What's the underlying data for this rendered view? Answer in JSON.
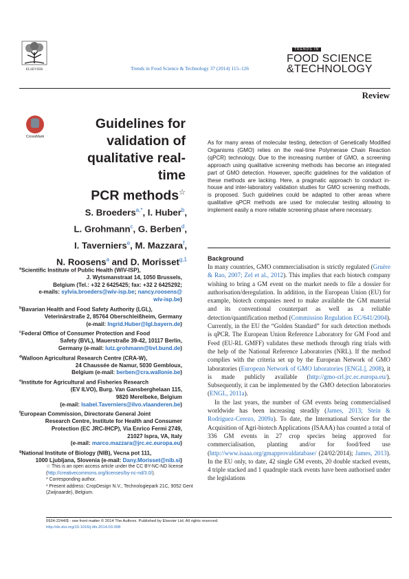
{
  "header": {
    "elsevier_label": "ELSEVIER",
    "journal_ref": "Trends in Food Science & Technology 37 (2014) 115–126",
    "brand_small": "TRENDS IN",
    "brand_line1": "FOOD SCIENCE",
    "brand_line2": "&TECHNOLOGY",
    "section": "Review",
    "crossmark_label": "CrossMark"
  },
  "title": {
    "line1": "Guidelines for",
    "line2": "validation of",
    "line3": "qualitative real-time",
    "line4": "PCR methods",
    "mark": "☆"
  },
  "authors": [
    {
      "name": "S. Broeders",
      "sup": "a,*",
      "sep": ", "
    },
    {
      "name": "I. Huber",
      "sup": "b",
      "sep": ","
    },
    {
      "name": "L. Grohmann",
      "sup": "c",
      "sep": ", "
    },
    {
      "name": "G. Berben",
      "sup": "d",
      "sep": ","
    },
    {
      "name": "I. Taverniers",
      "sup": "e",
      "sep": ", "
    },
    {
      "name": "M. Mazzara",
      "sup": "f",
      "sep": ","
    },
    {
      "name": "N. Roosens",
      "sup": "a",
      "sep": " and "
    },
    {
      "name": "D. Morisset",
      "sup": "g,1",
      "sep": ""
    }
  ],
  "affiliations": [
    {
      "id": "a",
      "lead": "Scientific Institute of Public Health (WIV-ISP),",
      "rest": [
        "J. Wytsmanstraat 14, 1050 Brussels,",
        "Belgium (Tel.: +32 2 6425425; fax: +32 2 6425292;"
      ],
      "email_label": "e-mails: ",
      "email": "sylvia.broeders@wiv-isp.be",
      "email2": "nancy.roosens@",
      "email3": "wiv-isp.be",
      "tail": ")"
    },
    {
      "id": "b",
      "lead": "Bavarian Health and Food Safety Authority (LGL),",
      "rest": [
        "Veterinärstraße 2, 85764 Oberschleißheim, Germany"
      ],
      "email_label": "(e-mail: ",
      "email": "Ingrid.Huber@lgl.bayern.de",
      "tail": ")"
    },
    {
      "id": "c",
      "lead": "Federal Office of Consumer Protection and Food",
      "rest": [
        "Safety (BVL), Mauerstraße 39-42, 10117 Berlin,",
        "Germany (e-mail: "
      ],
      "email_label": "",
      "email": "lutz.grohmann@bvl.bund.de",
      "tail": ")"
    },
    {
      "id": "d",
      "lead": "Walloon Agricultural Research Centre (CRA-W),",
      "rest": [
        "24 Chaussée de Namur, 5030 Gembloux,",
        "Belgium (e-mail: "
      ],
      "email_label": "",
      "email": "berben@cra.wallonie.be",
      "tail": ")"
    },
    {
      "id": "e",
      "lead": "Institute for Agricultural and Fisheries Research",
      "rest": [
        "(EV ILVO), Burg. Van Gansberghelaan 115,",
        "9820 Merelbeke, Belgium"
      ],
      "email_label": "(e-mail: ",
      "email": "Isabel.Taverniers@ilvo.vlaanderen.be",
      "tail": ")"
    },
    {
      "id": "f",
      "lead": "European Commission, Directorate General Joint",
      "rest": [
        "Research Centre, Institute for Health and Consumer",
        "Protection (EC JRC-IHCP), Via Enrico Fermi 2749,",
        "21027 Ispra, VA, Italy"
      ],
      "email_label": "(e-mail: ",
      "email": "marco.mazzara@jrc.ec.europa.eu",
      "tail": ")"
    },
    {
      "id": "g",
      "lead": "National Institute of Biology (NIB), Vecna pot 111,",
      "rest": [
        "1000 Ljubljana, Slovenia (e-mail: "
      ],
      "email_label": "",
      "email": "Dany.Morisset@nib.si",
      "tail": ")"
    }
  ],
  "footnotes": {
    "oa_mark": "☆",
    "oa_text": " This is an open access article under the CC BY-NC-ND license (",
    "oa_link": "http://creativecommons.org/licenses/by-nc-nd/3.0/",
    "oa_tail": ").",
    "corr": "* Corresponding author.",
    "present": "¹ Present address: CropDesign N.V., Technologiepark 21C, 9052 Gent (Zwijnaarde), Belgium."
  },
  "footer": {
    "line1": "0924-2244/$ - see front matter © 2014 The Authors. Published by Elsevier Ltd. All rights reserved.",
    "doi": "http://dx.doi.org/10.1016/j.tifs.2014.03.008"
  },
  "abstract": "As for many areas of molecular testing, detection of Genetically Modified Organisms (GMO) relies on the real-time Polymerase Chain Reaction (qPCR) technology. Due to the increasing number of GMO, a screening approach using qualitative screening methods has become an integrated part of GMO detection. However, specific guidelines for the validation of these methods are lacking. Here, a pragmatic approach to conduct in-house and inter-laboratory validation studies for GMO screening methods, is proposed. Such guidelines could be adapted to other areas where qualitative qPCR methods are used for molecular testing allowing to implement easily a more reliable screening phase where necessary.",
  "background": {
    "heading": "Background",
    "p1": [
      {
        "t": "In many countries, GMO commercialisation is strictly regulated ("
      },
      {
        "l": "Gruère & Rao, 2007; Zel et al., 2012"
      },
      {
        "t": "). This implies that each biotech company wishing to bring a GM event on the market needs to file a dossier for authorisation/deregulation. In addition, in the European Union (EU) for example, biotech companies need to make available the GM material and its conventional counterpart as well as a reliable detection/quantification method ("
      },
      {
        "l": "Commission Regulation EC/641/2004"
      },
      {
        "t": "). Currently, in the EU the “Golden Standard” for such detection methods is qPCR. The European Union Reference Laboratory for GM Food and Feed (EU-RL GMFF) validates these methods through ring trials with the help of the National Reference Laboratories (NRL). If the method complies with the criteria set up by the European Network of GMO laboratories ("
      },
      {
        "l": "European Network of GMO laboratories [ENGL], 2008"
      },
      {
        "t": "), it is made publicly available ("
      },
      {
        "l": "http://gmo-crl.jrc.ec.europa.eu/"
      },
      {
        "t": "). Subsequently, it can be implemented by the GMO detection laboratories ("
      },
      {
        "l": "ENGL, 2011a"
      },
      {
        "t": ")."
      }
    ],
    "p2": [
      {
        "t": "In the last years, the number of GM events being commercialised worldwide has been increasing steadily ("
      },
      {
        "l": "James, 2013; Stein & Rodriguez-Cerezo, 2009a"
      },
      {
        "t": "). To date, the International Service for the Acquisition of Agri-biotech Applications (ISAAA) has counted a total of 336 GM events in 27 crop species being approved for commercialisation, planting and/or for food/feed use ("
      },
      {
        "l": "http://www.isaaa.org/gmapprovaldatabase/"
      },
      {
        "t": " (24/02/2014); "
      },
      {
        "l": "James, 2013"
      },
      {
        "t": "). In the EU only, to date, 42 single GM events, 20 double stacked events, 4 triple stacked and 1 quadruple stack events have been authorised under the legislations"
      }
    ]
  },
  "colors": {
    "link": "#2a6ebb",
    "text": "#231f20",
    "crossmark": "#c6433b"
  }
}
